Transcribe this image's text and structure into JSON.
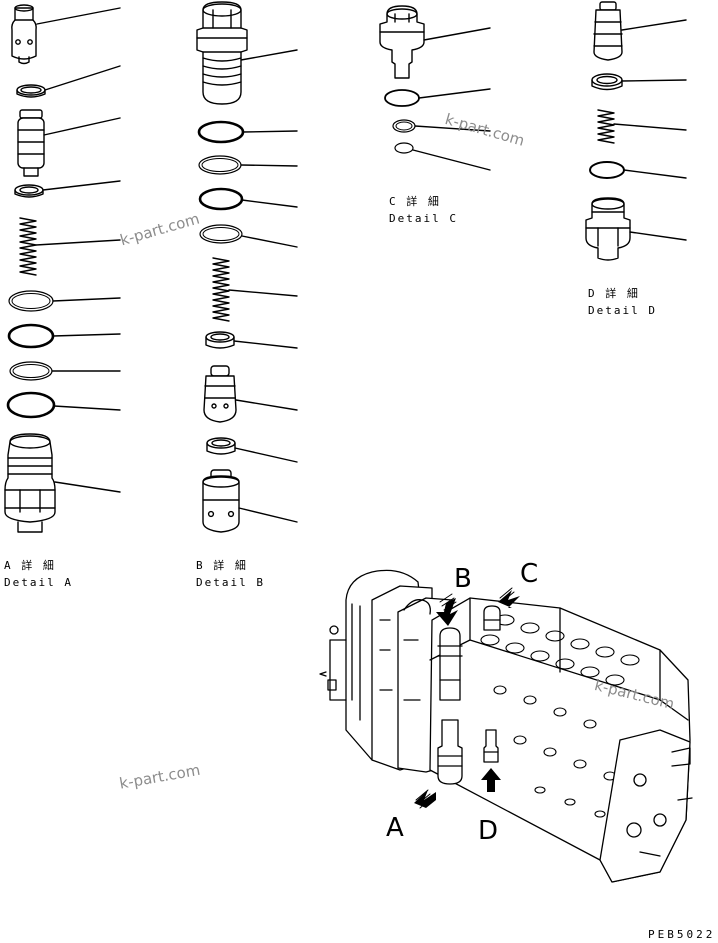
{
  "details": {
    "a": {
      "jp": "A 詳 細",
      "en": "Detail A"
    },
    "b": {
      "jp": "B 詳 細",
      "en": "Detail B"
    },
    "c": {
      "jp": "C 詳 細",
      "en": "Detail C"
    },
    "d": {
      "jp": "D 詳 細",
      "en": "Detail D"
    }
  },
  "view_letters": {
    "a": "A",
    "b": "B",
    "c": "C",
    "d": "D"
  },
  "watermark": "k-part.com",
  "drawing_code": "PEB5022",
  "colors": {
    "line": "#000000",
    "watermark": "#8c8c8c",
    "background": "#ffffff"
  }
}
